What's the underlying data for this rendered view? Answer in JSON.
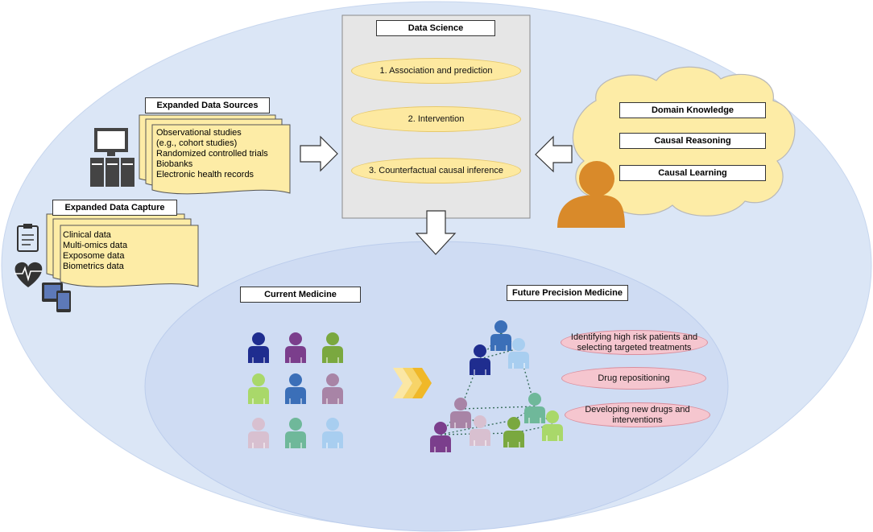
{
  "data_science": {
    "title": "Data Science",
    "items": [
      "1. Association and prediction",
      "2. Intervention",
      "3. Counterfactual causal inference"
    ]
  },
  "sources": {
    "title": "Expanded Data Sources",
    "lines": [
      "Observational studies",
      "(e.g., cohort studies)",
      "Randomized controlled trials",
      "Biobanks",
      "Electronic health records"
    ]
  },
  "capture": {
    "title": "Expanded Data Capture",
    "lines": [
      "Clinical data",
      "Multi-omics data",
      "Exposome data",
      "Biometrics data"
    ]
  },
  "knowledge": {
    "items": [
      "Domain Knowledge",
      "Causal Reasoning",
      "Causal Learning"
    ]
  },
  "current": {
    "title": "Current Medicine"
  },
  "future": {
    "title": "Future Precision Medicine",
    "outcomes": [
      "Identifying high risk patients and selecting targeted treatments",
      "Drug repositioning",
      "Developing new drugs and interventions"
    ]
  },
  "colors": {
    "outer_ellipse": "#dbe6f6",
    "inner_ellipse": "#cfdcf3",
    "box_gray": "#e6e6e6",
    "pill_yellow": "#fde9a0",
    "doc_yellow": "#fdeca6",
    "cloud_yellow": "#fdeca6",
    "person_orange": "#d98a2a",
    "pink": "#f5c6cf",
    "chevron": "#f0b828",
    "people_current": [
      "#1f2d8f",
      "#7b3e8c",
      "#7aa83f",
      "#a9d86a",
      "#3b6fb8",
      "#a884a6",
      "#d8c0d0",
      "#6fb89a",
      "#a8cef0"
    ],
    "people_future": [
      "#3b6fb8",
      "#1f2d8f",
      "#a8cef0",
      "#a884a6",
      "#d8c0d0",
      "#6fb89a",
      "#7aa83f",
      "#a9d86a",
      "#7b3e8c"
    ]
  },
  "icons": [
    "computer-server-icon",
    "clipboard-icon",
    "heart-ecg-icon",
    "tablet-phone-icon",
    "person-icon",
    "arrow-right-icon",
    "arrow-left-icon",
    "arrow-down-icon",
    "chevron-triple-icon"
  ]
}
